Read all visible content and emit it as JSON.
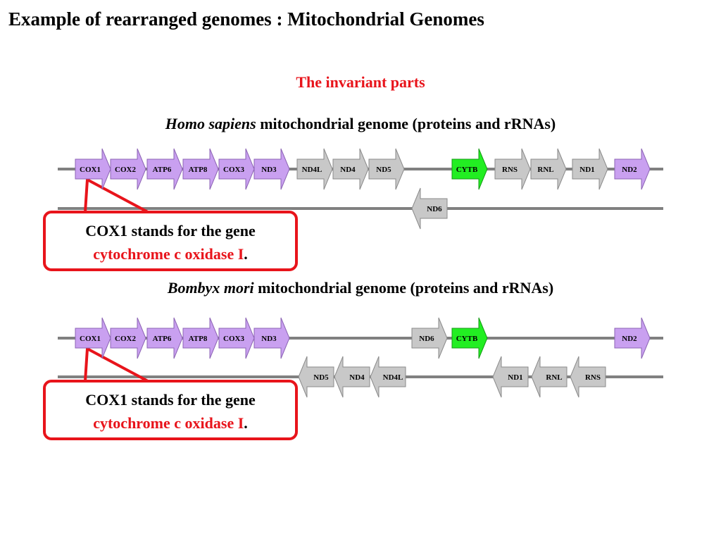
{
  "title": "Example of rearranged genomes : Mitochondrial Genomes",
  "subtitle": "The invariant parts",
  "colors": {
    "purple": "#c9a0f0",
    "grey": "#c8c8c8",
    "green": "#22ee22",
    "strand": "#808080",
    "callout_red": "#e8141b"
  },
  "genomes": [
    {
      "id": "homo",
      "species": "Homo sapiens",
      "description": "mitochondrial genome (proteins and rRNAs)",
      "forward_genes": [
        {
          "label": "COX1",
          "color": "purple"
        },
        {
          "label": "COX2",
          "color": "purple"
        },
        {
          "label": "ATP6",
          "color": "purple"
        },
        {
          "label": "ATP8",
          "color": "purple"
        },
        {
          "label": "COX3",
          "color": "purple"
        },
        {
          "label": "ND3",
          "color": "purple"
        },
        {
          "label": "ND4L",
          "color": "grey"
        },
        {
          "label": "ND4",
          "color": "grey"
        },
        {
          "label": "ND5",
          "color": "grey"
        },
        {
          "label": "CYTB",
          "color": "green"
        },
        {
          "label": "RNS",
          "color": "grey"
        },
        {
          "label": "RNL",
          "color": "grey"
        },
        {
          "label": "ND1",
          "color": "grey"
        },
        {
          "label": "ND2",
          "color": "purple"
        }
      ],
      "reverse_genes": [
        {
          "label": "ND6",
          "color": "grey"
        }
      ]
    },
    {
      "id": "bombyx",
      "species": "Bombyx mori",
      "description": "mitochondrial genome (proteins and rRNAs)",
      "forward_genes": [
        {
          "label": "COX1",
          "color": "purple"
        },
        {
          "label": "COX2",
          "color": "purple"
        },
        {
          "label": "ATP6",
          "color": "purple"
        },
        {
          "label": "ATP8",
          "color": "purple"
        },
        {
          "label": "COX3",
          "color": "purple"
        },
        {
          "label": "ND3",
          "color": "purple"
        },
        {
          "label": "ND6",
          "color": "grey"
        },
        {
          "label": "CYTB",
          "color": "green"
        },
        {
          "label": "ND2",
          "color": "purple"
        }
      ],
      "reverse_genes": [
        {
          "label": "ND5",
          "color": "grey"
        },
        {
          "label": "ND4",
          "color": "grey"
        },
        {
          "label": "ND4L",
          "color": "grey"
        },
        {
          "label": "ND1",
          "color": "grey"
        },
        {
          "label": "RNL",
          "color": "grey"
        },
        {
          "label": "RNS",
          "color": "grey"
        }
      ]
    }
  ],
  "callouts": [
    {
      "line1": "COX1 stands for the gene",
      "highlight": "cytochrome c oxidase I",
      "suffix": "."
    },
    {
      "line1": "COX1 stands for the gene",
      "highlight": "cytochrome c oxidase I",
      "suffix": "."
    }
  ]
}
